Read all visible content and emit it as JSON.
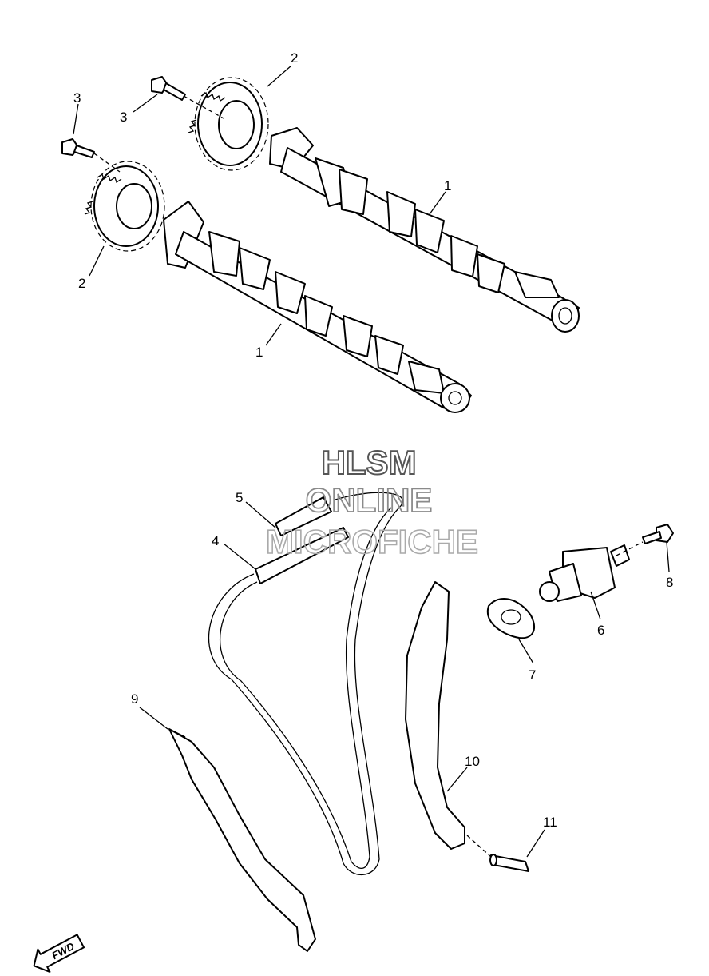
{
  "watermark": {
    "line1": "HLSM",
    "line2": "ONLINE",
    "line3": "MICROFICHE",
    "color": "#8a8a8a"
  },
  "callouts": {
    "c1a": "1",
    "c1b": "1",
    "c2a": "2",
    "c2b": "2",
    "c3a": "3",
    "c3b": "3",
    "c4": "4",
    "c5": "5",
    "c6": "6",
    "c7": "7",
    "c8": "8",
    "c9": "9",
    "c10": "10",
    "c11": "11"
  },
  "fwd_label": "FWD",
  "icons": {
    "fwd": "fwd-arrow-icon"
  }
}
